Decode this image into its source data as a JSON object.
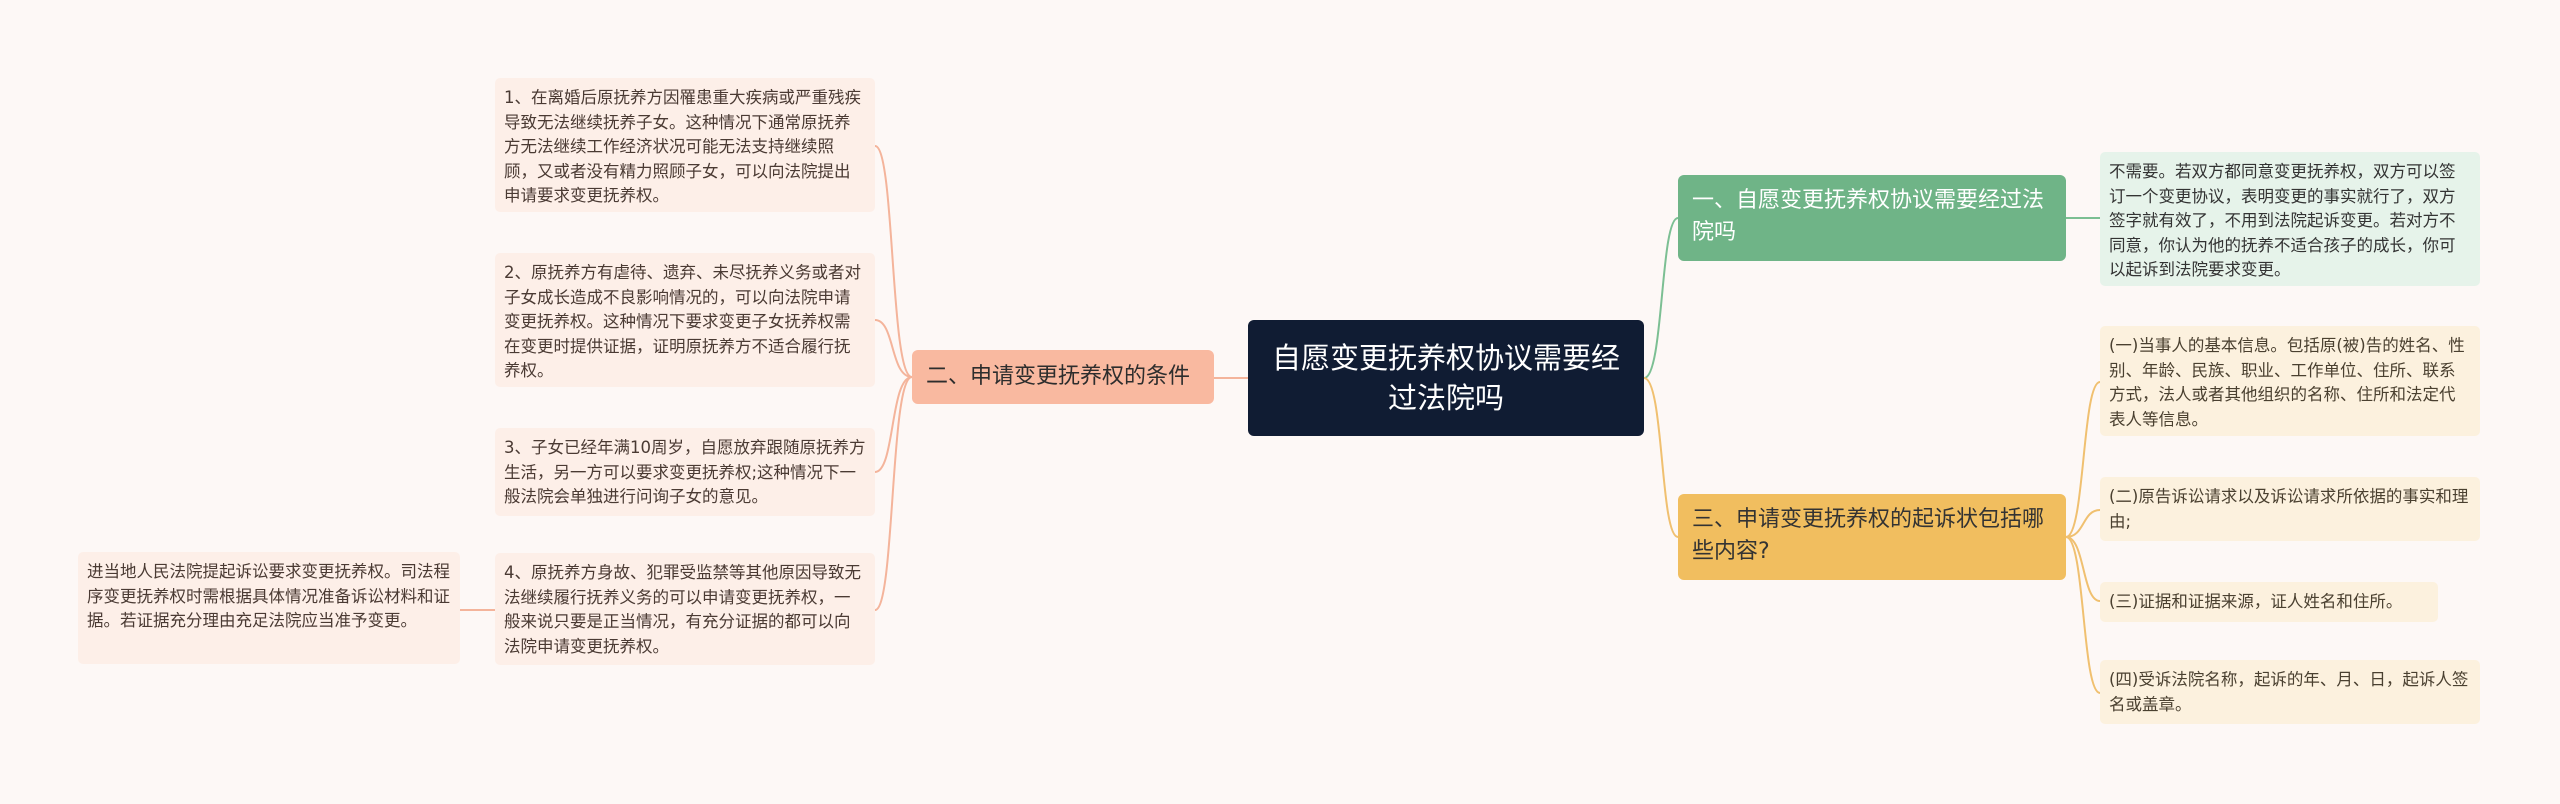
{
  "root": {
    "title": "自愿变更抚养权协议需要经过法院吗"
  },
  "branches": {
    "left": {
      "label": "二、申请变更抚养权的条件",
      "children": [
        "1、在离婚后原抚养方因罹患重大疾病或严重残疾导致无法继续抚养子女。这种情况下通常原抚养方无法继续工作经济状况可能无法支持继续照顾，又或者没有精力照顾子女，可以向法院提出申请要求变更抚养权。",
        "2、原抚养方有虐待、遗弃、未尽抚养义务或者对子女成长造成不良影响情况的，可以向法院申请变更抚养权。这种情况下要求变更子女抚养权需在变更时提供证据，证明原抚养方不适合履行抚养权。",
        "3、子女已经年满10周岁，自愿放弃跟随原抚养方生活，另一方可以要求变更抚养权;这种情况下一般法院会单独进行问询子女的意见。",
        "4、原抚养方身故、犯罪受监禁等其他原因导致无法继续履行抚养义务的可以申请变更抚养权，一般来说只要是正当情况，有充分证据的都可以向法院申请变更抚养权。"
      ],
      "grandchild": "进当地人民法院提起诉讼要求变更抚养权。司法程序变更抚养权时需根据具体情况准备诉讼材料和证据。若证据充分理由充足法院应当准予变更。"
    },
    "right1": {
      "label": "一、自愿变更抚养权协议需要经过法院吗",
      "children": [
        "不需要。若双方都同意变更抚养权，双方可以签订一个变更协议，表明变更的事实就行了，双方签字就有效了，不用到法院起诉变更。若对方不同意，你认为他的抚养不适合孩子的成长，你可以起诉到法院要求变更。"
      ]
    },
    "right3": {
      "label": "三、申请变更抚养权的起诉状包括哪些内容?",
      "children": [
        "(一)当事人的基本信息。包括原(被)告的姓名、性别、年龄、民族、职业、工作单位、住所、联系方式，法人或者其他组织的名称、住所和法定代表人等信息。",
        "(二)原告诉讼请求以及诉讼请求所依据的事实和理由;",
        "(三)证据和证据来源，证人姓名和住所。",
        "(四)受诉法院名称，起诉的年、月、日，起诉人签名或盖章。"
      ]
    }
  },
  "colors": {
    "background": "#fdf8f6",
    "root": "#101c33",
    "left_branch": "#f9b9a0",
    "left_link": "#f4b49b",
    "right1_branch": "#6fb487",
    "right1_link": "#7cbf93",
    "right3_branch": "#f1be5f",
    "right3_link": "#f0c070"
  }
}
